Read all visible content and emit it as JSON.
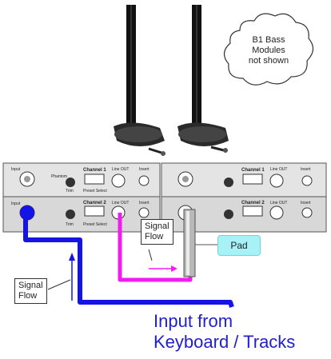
{
  "cloud": {
    "lines": [
      "B1 Bass",
      "Modules",
      "not shown"
    ]
  },
  "signal_flow_top": [
    "Signal",
    "Flow"
  ],
  "signal_flow_left": [
    "Signal",
    "Flow"
  ],
  "pad_label": "Pad",
  "input_label": [
    "Input from",
    "Keyboard / Tracks"
  ],
  "mixer": {
    "channel1": "Channel 1",
    "channel2": "Channel 2",
    "input": "Input",
    "line_out": "Line OUT",
    "insert": "Insert",
    "preset_select": "Preset Select",
    "trim": "Trim",
    "phantom": "Phantom"
  },
  "colors": {
    "blue_cable": "#1414e6",
    "magenta_cable": "#f01cf0",
    "pad": "#a7f2f7",
    "accent_text": "#2020cc"
  }
}
